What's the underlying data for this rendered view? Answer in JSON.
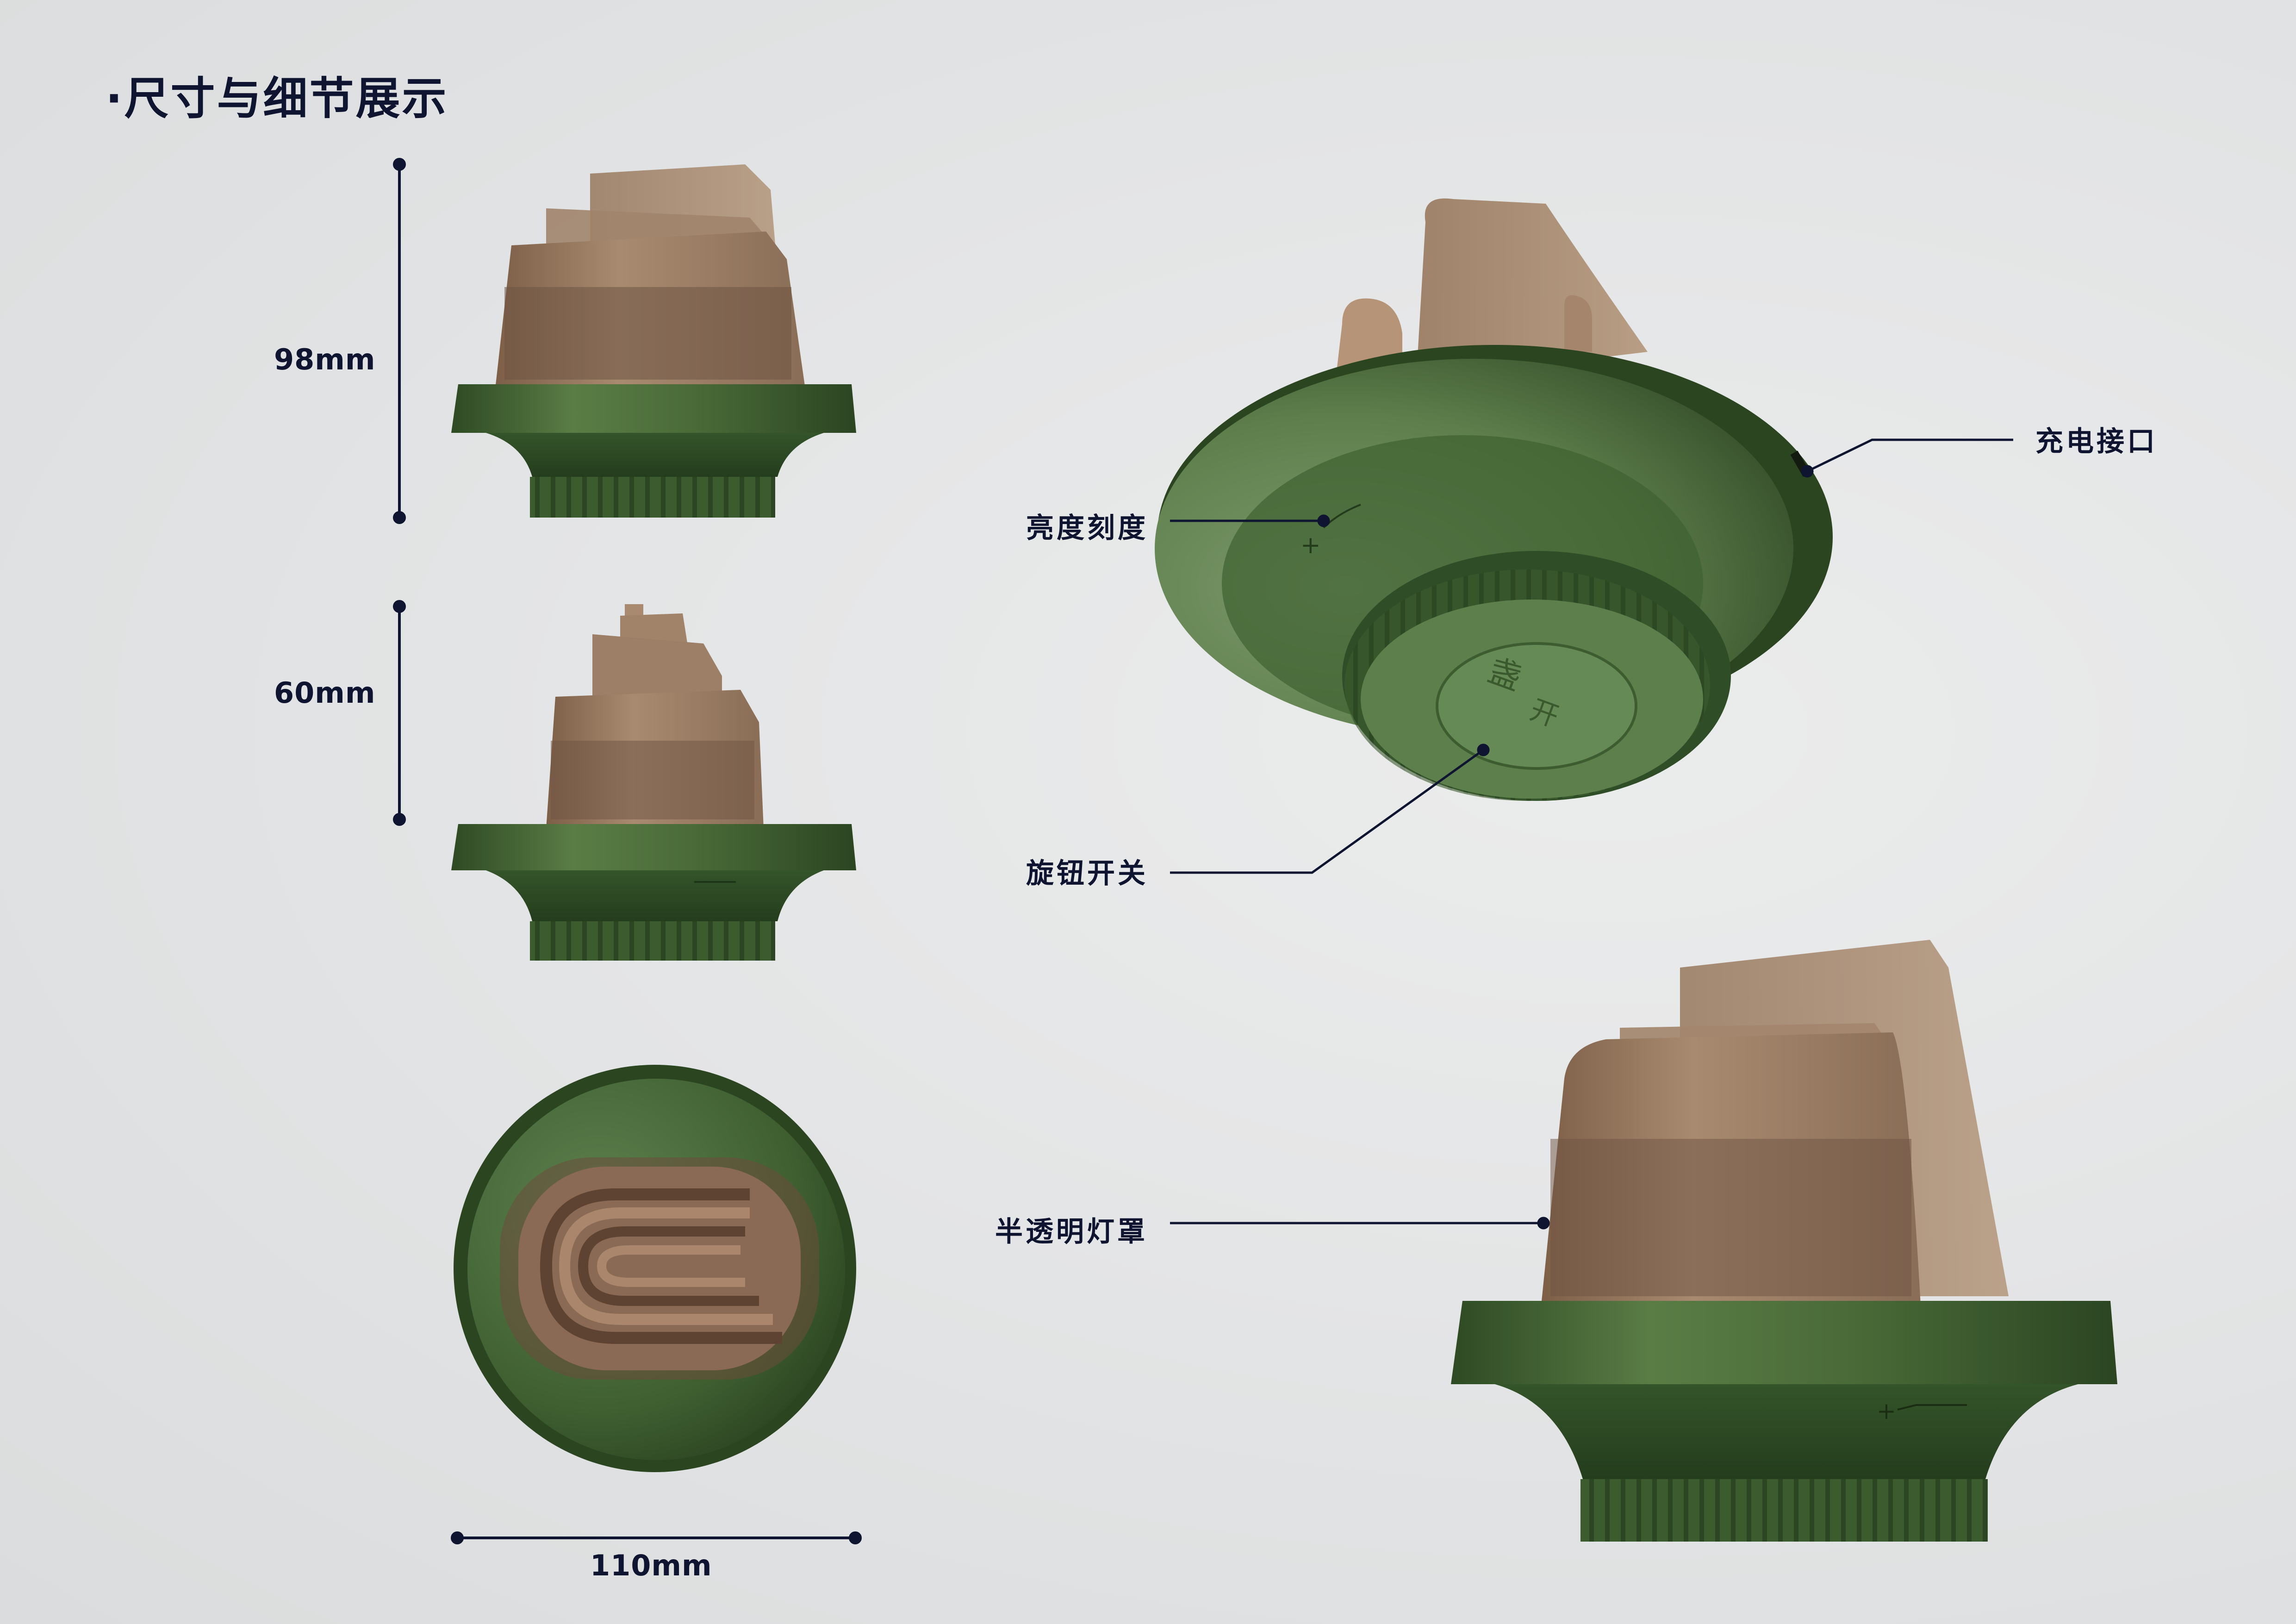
{
  "title": "·尺寸与细节展示",
  "dimensions": {
    "height_full": "98mm",
    "height_compact": "60mm",
    "diameter": "110mm"
  },
  "callouts": {
    "brightness_scale": "亮度刻度",
    "charging_port": "充电接口",
    "knob_switch": "旋钮开关",
    "translucent_shade": "半透明灯罩"
  },
  "colors": {
    "background": "#e3e4e5",
    "base_green": "#4d6e3a",
    "base_green_dark": "#2d4a22",
    "shade_brown": "#8a6b52",
    "annotation_ink": "#0f1530"
  }
}
